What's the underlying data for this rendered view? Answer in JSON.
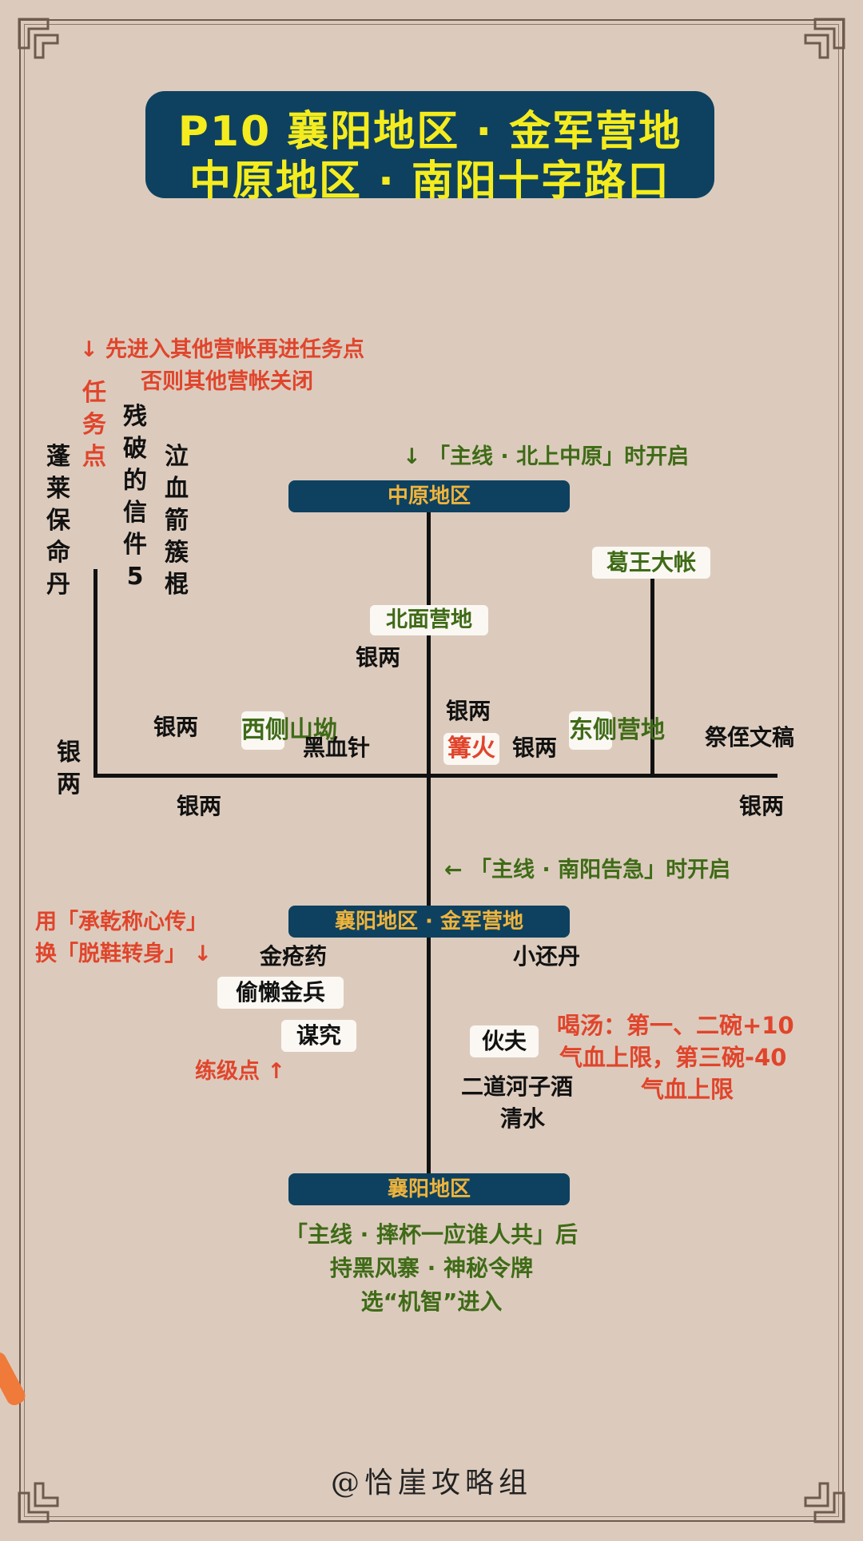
{
  "title": {
    "line1": "P10  襄阳地区 · 金军营地",
    "line2": "中原地区 · 南阳十字路口"
  },
  "headers": {
    "zhongyuan": "中原地区",
    "jinjun": "襄阳地区 · 金军营地",
    "xiangyang": "襄阳地区"
  },
  "notes": {
    "enter_first": "↓ 先进入其他营帐再进任务点",
    "otherwise_closed": "否则其他营帐关闭",
    "quest_point": "任务点",
    "north_open": "↓ 「主线 · 北上中原」时开启",
    "south_open": "← 「主线 · 南阳告急」时开启",
    "use_item": "用「承乾称心传」",
    "swap_item": "换「脱鞋转身」 ↓",
    "train_point": "练级点 ↑",
    "soup_1": "喝汤：第一、二碗+10",
    "soup_2": "气血上限，第三碗-40",
    "soup_3": "气血上限",
    "bottom_1": "「主线 · 摔杯一应谁人共」后",
    "bottom_2": "持黑风寨 · 神秘令牌",
    "bottom_3": "选“机智”进入"
  },
  "places": {
    "north_camp": "北面营地",
    "west_valley": "西侧山坳",
    "east_camp": "东侧营地",
    "ge_tent": "葛王大帐",
    "bonfire": "篝火",
    "lazy_soldier": "偷懒金兵",
    "strategist": "谋究",
    "cook": "伙夫"
  },
  "items": {
    "penglai": "蓬莱保命丹",
    "letter": "残破的信件5",
    "arrow": "泣血箭簇棍",
    "silver": "银两",
    "black_needle": "黑血针",
    "sacrifice": "祭侄文稿",
    "wound_med": "金疮药",
    "small_pill": "小还丹",
    "wine": "二道河子酒",
    "water": "清水"
  },
  "watermark": "@恰崖攻略组",
  "colors": {
    "background": "#dccbbd",
    "header_bg": "#0e4160",
    "title_text": "#f4ec1e",
    "header_text": "#efb43c",
    "red_text": "#e0452c",
    "green_text": "#3f6b17"
  }
}
